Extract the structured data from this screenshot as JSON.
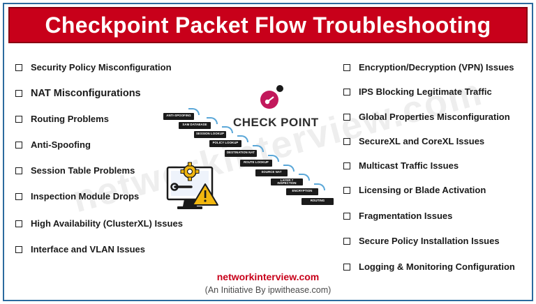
{
  "title": "Checkpoint Packet Flow Troubleshooting",
  "left_items": [
    "Security Policy Misconfiguration",
    "NAT Misconfigurations",
    "Routing Problems",
    "Anti-Spoofing",
    "Session Table Problems",
    "Inspection Module Drops",
    "High Availability (ClusterXL) Issues",
    "Interface and VLAN Issues"
  ],
  "right_items": [
    "Encryption/Decryption (VPN) Issues",
    "IPS Blocking Legitimate Traffic",
    "Global Properties Misconfiguration",
    "SecureXL and CoreXL Issues",
    "Multicast Traffic Issues",
    "Licensing or Blade Activation",
    "Fragmentation Issues",
    "Secure Policy Installation Issues",
    "Logging & Monitoring Configuration"
  ],
  "logo_text": "CHECK POINT",
  "flow_steps": [
    "ANTI-SPOOFING",
    "SAM DATABASE",
    "SESSION LOOKUP",
    "POLICY LOOKUP",
    "DESTINATION NAT",
    "ROUTE LOOKUP",
    "SOURCE NAT",
    "LAYER 7 INSPECTION",
    "ENCRYPTION",
    "ROUTING"
  ],
  "watermark": "networkinterview.com",
  "footer": {
    "site": "networkinterview.com",
    "tagline": "(An Initiative By ipwithease.com)"
  },
  "colors": {
    "title_bg": "#c8001a",
    "logo_pink": "#c2185b",
    "frame": "#2b6a9e",
    "arc_blue": "#5aa7d8"
  },
  "icons": [
    "gear-icon",
    "wrench-icon",
    "warning-icon",
    "monitor-icon",
    "checkbox-icon"
  ]
}
